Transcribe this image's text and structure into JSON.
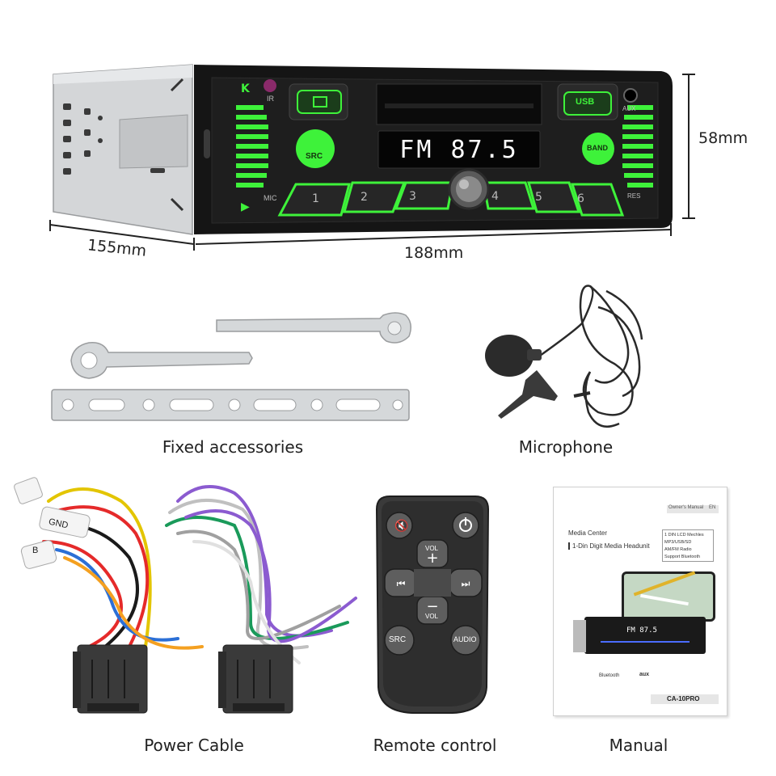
{
  "radio": {
    "display_text": "FM 87.5",
    "ir_label": "IR",
    "usb_label": "USB",
    "aux_label": "AUX",
    "mic_label": "MIC",
    "res_label": "RES",
    "src_label": "SRC",
    "band_label": "BAND",
    "preset_buttons": [
      "1",
      "2",
      "3",
      "4",
      "5",
      "6"
    ],
    "accent_color": "#3ef23a"
  },
  "dimensions": {
    "height": "58mm",
    "depth": "155mm",
    "width": "188mm"
  },
  "captions": {
    "accessories": "Fixed accessories",
    "microphone": "Microphone",
    "power_cable": "Power Cable",
    "remote": "Remote control",
    "manual": "Manual"
  },
  "power_cable": {
    "gnd_label": "GND",
    "b_label": "B"
  },
  "remote": {
    "vol_up": "VOL",
    "vol_down": "VOL",
    "src": "SRC",
    "audio": "AUDIO"
  },
  "manual": {
    "owners_manual": "Owner's Manual",
    "lang": "EN",
    "heading": "Media Center",
    "subheading": "1-Din Digit Media Headunit",
    "features": [
      "1 DIN LCD Mechles",
      "MP3/USB/SD",
      "AM/FM Radio",
      "Support Bluetooth"
    ],
    "mini_display": "FM 87.5",
    "model": "CA-10PRO",
    "bluetooth": "Bluetooth",
    "aux": "aux"
  }
}
